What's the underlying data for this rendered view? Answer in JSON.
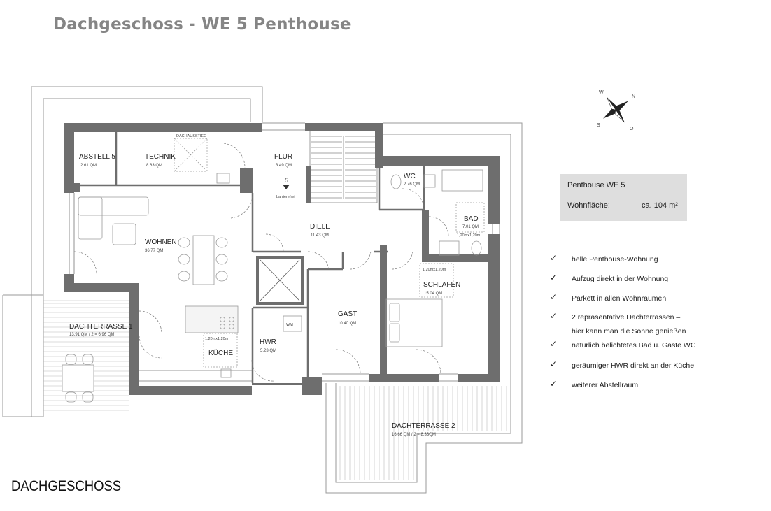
{
  "title": "Dachgeschoss - WE 5 Penthouse",
  "floor_label": "DACHGESCHOSS",
  "compass": {
    "n": "N",
    "o": "O",
    "s": "S",
    "w": "W"
  },
  "rooms": {
    "abstell": {
      "name": "ABSTELL 5",
      "area": "2.61 QM"
    },
    "technik": {
      "name": "TECHNIK",
      "area": "8.63 QM"
    },
    "flur": {
      "name": "FLUR",
      "area": "3.49 QM"
    },
    "wc": {
      "name": "WC",
      "area": "2.76 QM"
    },
    "bad": {
      "name": "BAD",
      "area": "7.01 QM"
    },
    "wohnen": {
      "name": "WOHNEN",
      "area": "36.77 QM"
    },
    "diele": {
      "name": "DIELE",
      "area": "11.43 QM"
    },
    "schlafen": {
      "name": "SCHLAFEN",
      "area": "15.04 QM"
    },
    "gast": {
      "name": "GAST",
      "area": "10.40 QM"
    },
    "hwr": {
      "name": "HWR",
      "area": "5.23 QM"
    },
    "kueche": {
      "name": "KÜCHE",
      "area": ""
    },
    "terrasse1": {
      "name": "DACHTERRASSE 1",
      "area": "13.91 QM / 2 = 6.96 QM"
    },
    "terrasse2": {
      "name": "DACHTERRASSE 2",
      "area": "16.66 QM / 2 = 8.33QM"
    }
  },
  "plan_notes": {
    "dachausstieg": "DACHAUSSTIEG",
    "entrance_number": "5",
    "entrance_note": "barrierefrei",
    "wm": "WM",
    "dim_bad": "1,20mx1,20m",
    "dim_schlafen": "1,20mx1,20m",
    "dim_kueche": "1,20mx1,20m"
  },
  "info_box": {
    "title": "Penthouse WE 5",
    "label": "Wohnfläche:",
    "value": "ca. 104 m²"
  },
  "features": [
    "helle Penthouse-Wohnung",
    "Aufzug direkt in der Wohnung",
    "Parkett in allen Wohnräumen",
    "2 repräsentative Dachterrassen –",
    "hier kann man die Sonne genießen",
    "natürlich belichtetes  Bad u. Gäste WC",
    "geräumiger HWR direkt an der Küche",
    "weiterer Abstellraum"
  ],
  "feature_checks": [
    true,
    true,
    true,
    true,
    false,
    true,
    true,
    true
  ],
  "check_symbol": "✓",
  "colors": {
    "wall": "#6e6e6e",
    "title": "#858585",
    "box": "#dedede",
    "line": "#9a9a9a"
  }
}
